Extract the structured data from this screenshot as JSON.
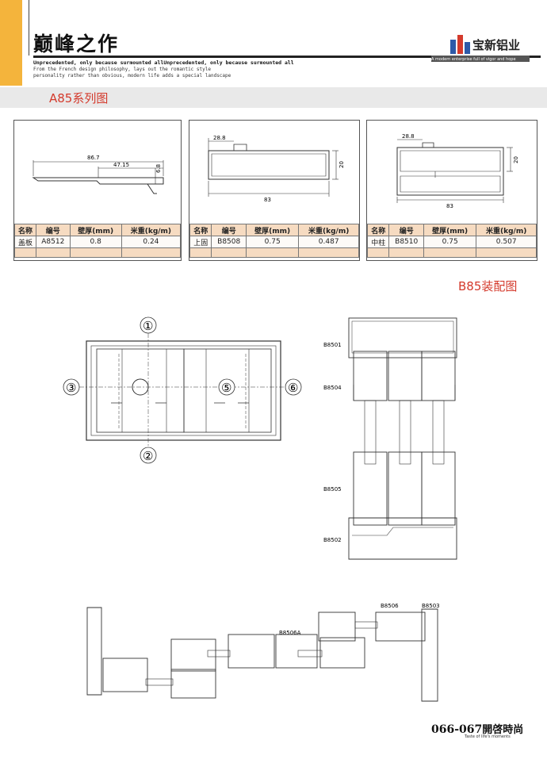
{
  "header": {
    "brand": "巅峰之作",
    "tagline1": "Unprecedented, only because surmounted allUnprecedented, only because surmounted all",
    "tagline2a": "From the French design philosophy, lays out the romantic style",
    "tagline2b": "personality rather than obvious, modern life adds a special landscape",
    "logo_name": "宝新铝业",
    "logo_sub": "A modern enterprise full of vigor and hope",
    "logo_color": "#2e5aa8",
    "accent": "#f4b43c"
  },
  "section_title": "A85系列图",
  "columns": [
    "名称",
    "编号",
    "壁厚(mm)",
    "米重(kg/m)"
  ],
  "profiles": [
    {
      "name": "盖板",
      "code": "A8512",
      "thickness": "0.8",
      "weight": "0.24",
      "dims": [
        "86.7",
        "47.15",
        "6.8"
      ]
    },
    {
      "name": "上固",
      "code": "B8508",
      "thickness": "0.75",
      "weight": "0.487",
      "dims": [
        "28.8",
        "20",
        "83"
      ]
    },
    {
      "name": "中柱",
      "code": "B8510",
      "thickness": "0.75",
      "weight": "0.507",
      "dims": [
        "28.8",
        "20",
        "83"
      ]
    }
  ],
  "assembly_title": "B85装配图",
  "markers": [
    "①",
    "②",
    "③",
    "⑤",
    "⑥"
  ],
  "section_labels": [
    "B8501",
    "B8504",
    "B8505",
    "B8502"
  ],
  "plan_labels": [
    "B8506A",
    "B8506",
    "B8503"
  ],
  "footer": {
    "pages": "066-067",
    "title": "開啓時尚",
    "sub": "Taste of life's moments"
  }
}
